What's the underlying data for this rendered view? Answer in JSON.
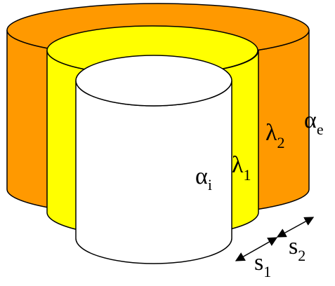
{
  "diagram": {
    "colors": {
      "outer_layer": "#FF9900",
      "middle_layer": "#FFFF00",
      "inner_cylinder": "#FFFFFF",
      "outline": "#000000",
      "background": "#FFFFFF"
    },
    "labels": {
      "alpha_i": {
        "symbol": "α",
        "subscript": "i"
      },
      "lambda_1": {
        "symbol": "λ",
        "subscript": "1"
      },
      "lambda_2": {
        "symbol": "λ",
        "subscript": "2"
      },
      "alpha_e": {
        "symbol": "α",
        "subscript": "e"
      },
      "s_1": {
        "symbol": "s",
        "subscript": "1"
      },
      "s_2": {
        "symbol": "s",
        "subscript": "2"
      }
    }
  }
}
